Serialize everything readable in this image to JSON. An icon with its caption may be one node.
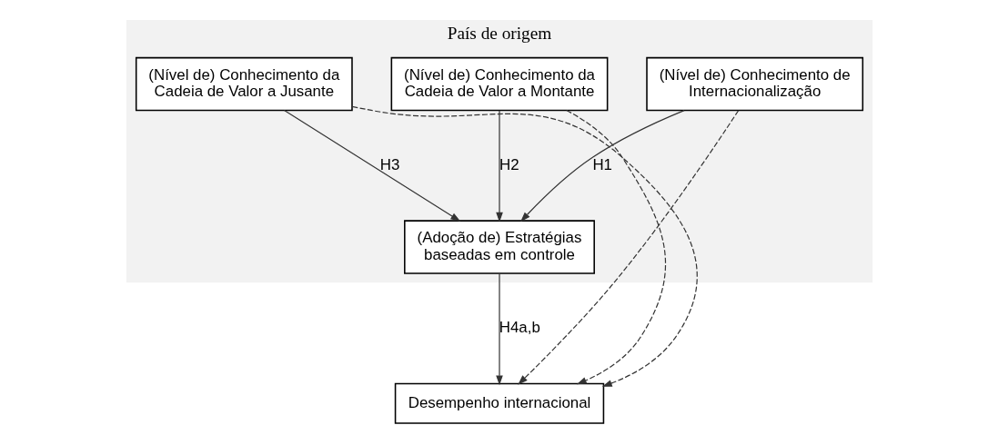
{
  "diagram": {
    "nodes": [
      {
        "text": [
          "País de origem"
        ]
      },
      {
        "text": [
          "(Nível de) Conhecimento de Internacionalização"
        ],
        "in": 0
      },
      {
        "text": [
          "(Nível de) Conhecimento da Cadeia de Valor a Montante"
        ],
        "in": 0
      },
      {
        "text": [
          "(Nível de) Conhecimento da Cadeia de Valor a Jusante"
        ],
        "in": 0
      },
      {
        "text": [
          "(Adoção de) Estratégias baseadas em controle"
        ],
        "in": 0
      },
      {
        "text": [
          "Desempenho internacional"
        ]
      }
    ],
    "edges": [
      {
        "from": 1,
        "to": 4,
        "arrow": "to",
        "label": "H1"
      },
      {
        "from": 2,
        "to": 4,
        "arrow": "to",
        "label": "H2"
      },
      {
        "from": 3,
        "to": 4,
        "arrow": "to",
        "label": "H3"
      },
      {
        "from": 4,
        "to": 5,
        "arrow": "to",
        "label": "H4a,b"
      },
      {
        "from": 1,
        "to": 5,
        "arrow": "to",
        "style": "dashed"
      },
      {
        "from": 2,
        "to": 5,
        "arrow": "to",
        "style": "dashed"
      },
      {
        "from": 3,
        "to": 5,
        "arrow": "to",
        "style": "dashed"
      }
    ]
  }
}
